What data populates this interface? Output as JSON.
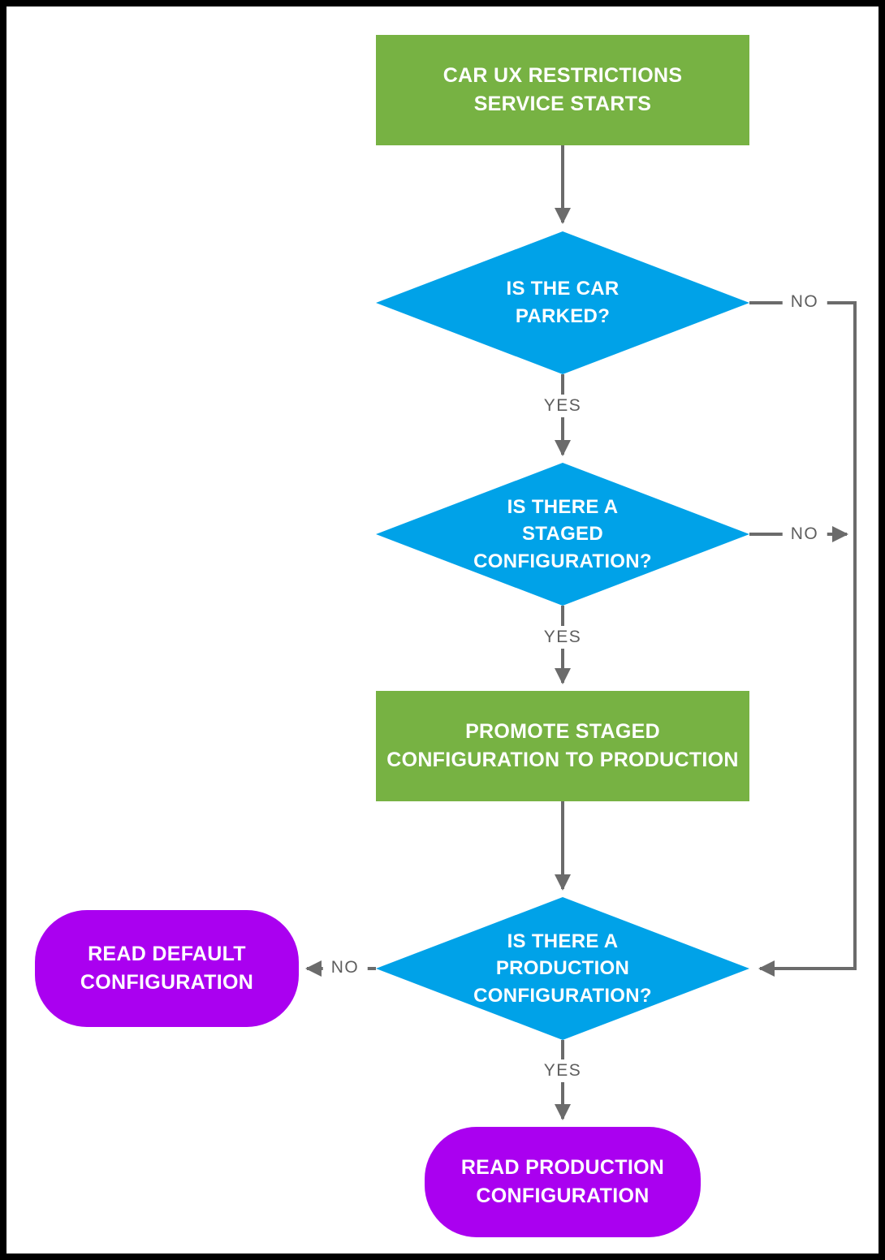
{
  "colors": {
    "process_fill": "#77B243",
    "decision_fill": "#00A2E8",
    "terminal_fill": "#AA00F0",
    "connector": "#6B6B6B",
    "edge_label_text": "#5E5E5E",
    "node_text": "#FFFFFF",
    "background": "#FFFFFF",
    "frame": "#000000"
  },
  "nodes": {
    "start": {
      "shape": "rectangle",
      "label": "CAR UX RESTRICTIONS\nSERVICE STARTS"
    },
    "is_parked": {
      "shape": "diamond",
      "label": "IS THE CAR\nPARKED?"
    },
    "is_staged": {
      "shape": "diamond",
      "label": "IS THERE A\nSTAGED\nCONFIGURATION?"
    },
    "promote": {
      "shape": "rectangle",
      "label": "PROMOTE STAGED\nCONFIGURATION TO PRODUCTION"
    },
    "is_production": {
      "shape": "diamond",
      "label": "IS THERE A\nPRODUCTION\nCONFIGURATION?"
    },
    "read_default": {
      "shape": "rounded",
      "label": "READ DEFAULT\nCONFIGURATION"
    },
    "read_production": {
      "shape": "rounded",
      "label": "READ PRODUCTION\nCONFIGURATION"
    }
  },
  "edges": {
    "start_to_is_parked": {
      "from": "start",
      "to": "is_parked"
    },
    "is_parked_yes": {
      "from": "is_parked",
      "to": "is_staged",
      "label": "YES"
    },
    "is_parked_no": {
      "from": "is_parked",
      "to": "is_production",
      "label": "NO"
    },
    "is_staged_yes": {
      "from": "is_staged",
      "to": "promote",
      "label": "YES"
    },
    "is_staged_no": {
      "from": "is_staged",
      "to": "is_production",
      "label": "NO"
    },
    "promote_to_is_production": {
      "from": "promote",
      "to": "is_production"
    },
    "is_production_yes": {
      "from": "is_production",
      "to": "read_production",
      "label": "YES"
    },
    "is_production_no": {
      "from": "is_production",
      "to": "read_default",
      "label": "NO"
    }
  }
}
